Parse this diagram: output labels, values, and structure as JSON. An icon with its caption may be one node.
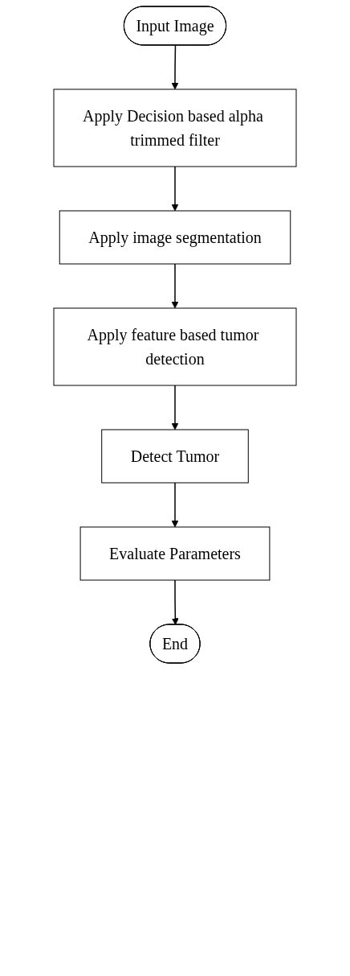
{
  "diagram": {
    "nodes": [
      {
        "text": [
          "Input Image"
        ]
      },
      {
        "text": [
          "Apply Decision based alpha trimmed filter"
        ]
      },
      {
        "text": [
          "Apply image segmentation"
        ]
      },
      {
        "text": [
          "Apply feature based tumor detection"
        ]
      },
      {
        "text": [
          "Detect Tumor"
        ]
      },
      {
        "text": [
          "Evaluate Parameters"
        ]
      },
      {
        "text": [
          "End"
        ]
      }
    ],
    "edges": [
      {
        "from": 0,
        "to": 1,
        "arrow": "to"
      },
      {
        "from": 1,
        "to": 2,
        "arrow": "to"
      },
      {
        "from": 2,
        "to": 3,
        "arrow": "to"
      },
      {
        "from": 3,
        "to": 4,
        "arrow": "to"
      },
      {
        "from": 4,
        "to": 5,
        "arrow": "to"
      },
      {
        "from": 5,
        "to": 6,
        "arrow": "to"
      }
    ]
  }
}
